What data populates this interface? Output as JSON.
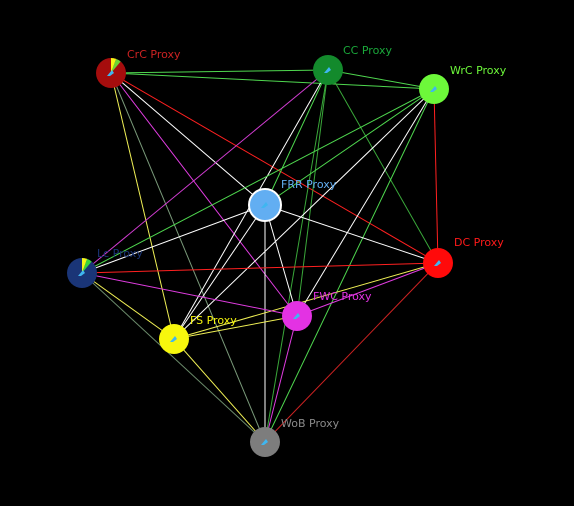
{
  "nodes": [
    {
      "id": "crc",
      "label": "CrC Proxy",
      "color": "#a50d0d",
      "text_color": "#cc2222",
      "pie_accent": [
        "#f5f516",
        "#6bd433"
      ]
    },
    {
      "id": "cc",
      "label": "CC Proxy",
      "color": "#138a2c",
      "text_color": "#1aa83a"
    },
    {
      "id": "wrc",
      "label": "WrC Proxy",
      "color": "#6df83a",
      "text_color": "#6df83a"
    },
    {
      "id": "frr",
      "label": "FRR Proxy",
      "color": "#62aef2",
      "text_color": "#62aef2"
    },
    {
      "id": "dc",
      "label": "DC Proxy",
      "color": "#ff0a0a",
      "text_color": "#ff1a1a"
    },
    {
      "id": "lc",
      "label": "Lc Proxy",
      "color": "#1a3577",
      "text_color": "#1a3577",
      "pie_accent": [
        "#f5f516",
        "#39d43a"
      ]
    },
    {
      "id": "fwc",
      "label": "FWC Proxy",
      "color": "#e332e3",
      "text_color": "#e332e3"
    },
    {
      "id": "fs",
      "label": "FS Proxy",
      "color": "#f7f70d",
      "text_color": "#f7f70d"
    },
    {
      "id": "wob",
      "label": "WoB Proxy",
      "color": "#7d7d7d",
      "text_color": "#8a8a8a"
    }
  ],
  "edges": [
    {
      "from": "crc",
      "to": "cc",
      "color": "#4fd84f"
    },
    {
      "from": "crc",
      "to": "wrc",
      "color": "#4fd84f"
    },
    {
      "from": "crc",
      "to": "dc",
      "color": "#ff2020"
    },
    {
      "from": "crc",
      "to": "frr",
      "color": "#ffffff"
    },
    {
      "from": "crc",
      "to": "fs",
      "color": "#f0f055"
    },
    {
      "from": "crc",
      "to": "fwc",
      "color": "#e03ce0"
    },
    {
      "from": "crc",
      "to": "wob",
      "color": "#7a9a7a"
    },
    {
      "from": "cc",
      "to": "wrc",
      "color": "#4fd84f"
    },
    {
      "from": "cc",
      "to": "frr",
      "color": "#4fd84f"
    },
    {
      "from": "cc",
      "to": "dc",
      "color": "#3aa83a"
    },
    {
      "from": "cc",
      "to": "lc",
      "color": "#d03cd0"
    },
    {
      "from": "cc",
      "to": "fs",
      "color": "#ffffff"
    },
    {
      "from": "cc",
      "to": "fwc",
      "color": "#3aa83a"
    },
    {
      "from": "cc",
      "to": "wob",
      "color": "#3aa83a"
    },
    {
      "from": "wrc",
      "to": "dc",
      "color": "#ff2020"
    },
    {
      "from": "wrc",
      "to": "frr",
      "color": "#4fd84f"
    },
    {
      "from": "wrc",
      "to": "lc",
      "color": "#4fd84f"
    },
    {
      "from": "wrc",
      "to": "fs",
      "color": "#ffffff"
    },
    {
      "from": "wrc",
      "to": "fwc",
      "color": "#ffffff"
    },
    {
      "from": "wrc",
      "to": "wob",
      "color": "#4fd84f"
    },
    {
      "from": "frr",
      "to": "dc",
      "color": "#ffffff"
    },
    {
      "from": "frr",
      "to": "lc",
      "color": "#ffffff"
    },
    {
      "from": "frr",
      "to": "fs",
      "color": "#ffffff"
    },
    {
      "from": "frr",
      "to": "fwc",
      "color": "#ffffff"
    },
    {
      "from": "frr",
      "to": "wob",
      "color": "#ffffff"
    },
    {
      "from": "dc",
      "to": "lc",
      "color": "#ff2020"
    },
    {
      "from": "dc",
      "to": "fs",
      "color": "#f0f055"
    },
    {
      "from": "dc",
      "to": "fwc",
      "color": "#e03ce0"
    },
    {
      "from": "dc",
      "to": "wob",
      "color": "#cc2222"
    },
    {
      "from": "lc",
      "to": "fwc",
      "color": "#e03ce0"
    },
    {
      "from": "lc",
      "to": "fs",
      "color": "#f0f055"
    },
    {
      "from": "lc",
      "to": "wob",
      "color": "#6a8a6a"
    },
    {
      "from": "fs",
      "to": "fwc",
      "color": "#f0f055"
    },
    {
      "from": "fs",
      "to": "wob",
      "color": "#f0f055"
    },
    {
      "from": "fwc",
      "to": "wob",
      "color": "#e03ce0"
    }
  ],
  "background": "#000000"
}
